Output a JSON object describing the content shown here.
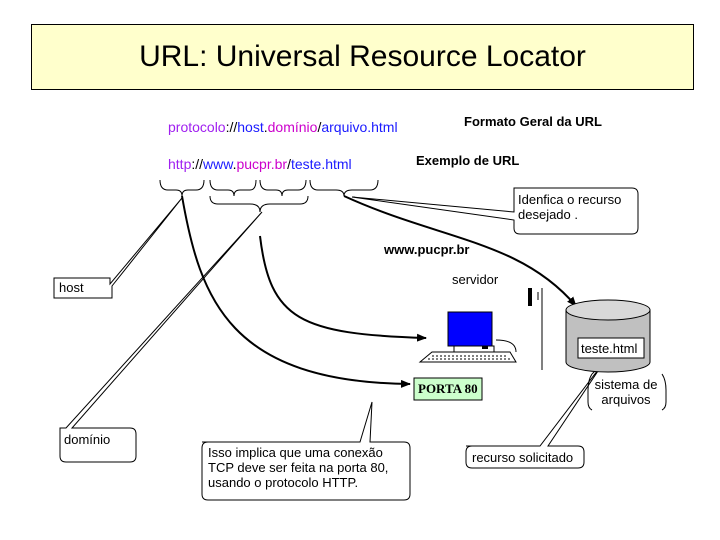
{
  "title": "URL: Universal Resource Locator",
  "general_format": {
    "label": "Formato Geral da URL",
    "parts": [
      {
        "text": "protocolo",
        "color": "#a020f0"
      },
      {
        "text": "://",
        "color": "#000000"
      },
      {
        "text": "host",
        "color": "#1a1aff"
      },
      {
        "text": ".",
        "color": "#000000"
      },
      {
        "text": "domínio",
        "color": "#cc00cc"
      },
      {
        "text": "/",
        "color": "#000000"
      },
      {
        "text": "arquivo.html",
        "color": "#1a1aff"
      }
    ]
  },
  "example": {
    "label": "Exemplo de URL",
    "parts": [
      {
        "text": "http",
        "color": "#a020f0"
      },
      {
        "text": "://",
        "color": "#000000"
      },
      {
        "text": "www",
        "color": "#1a1aff"
      },
      {
        "text": ".",
        "color": "#000000"
      },
      {
        "text": "pucpr.br",
        "color": "#cc00cc"
      },
      {
        "text": "/",
        "color": "#000000"
      },
      {
        "text": "teste.html",
        "color": "#1a1aff"
      }
    ]
  },
  "callouts": {
    "identifica": "Idenfica o recurso desejado .",
    "host": "host",
    "dominio": "domínio",
    "isso": "Isso implica que uma conexão TCP deve ser feita na porta 80, usando o protocolo HTTP.",
    "recurso": "recurso solicitado",
    "sistema": "sistema de arquivos"
  },
  "labels": {
    "server_host": "www.pucpr.br",
    "servidor": "servidor",
    "porta": "PORTA 80",
    "arquivo": "teste.html"
  },
  "colors": {
    "title_bg": "#ffffcc",
    "porta_bg": "#ccffcc",
    "monitor": "#0000ff",
    "cylinder": "#c0c0c0"
  }
}
